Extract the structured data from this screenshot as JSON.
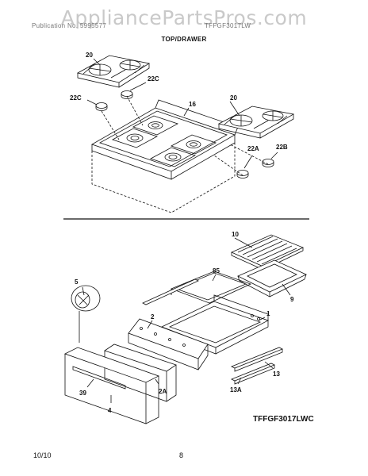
{
  "watermark": "AppliancePartsPros.com",
  "header": {
    "publication": "Publication No. 5995577",
    "model_series": "TFFGF3017LW",
    "title": "TOP/DRAWER"
  },
  "callouts": {
    "top_grates_left": "20",
    "top_grates_right": "20",
    "cap_left_outer": "22C",
    "cap_left_inner": "22C",
    "cap_right_front": "22A",
    "cap_right_rear": "22B",
    "cooktop": "16",
    "broil_pan_insert": "10",
    "broil_pan": "9",
    "drawer_frame": "85",
    "drawer_body": "1",
    "knob": "5",
    "drawer_side": "2",
    "drawer_side_right": "2A",
    "drawer_front": "39",
    "drawer_panel": "4",
    "slide_rail": "13",
    "slide_rail_a": "13A"
  },
  "model_code": "TFFGF3017LWC",
  "footer": {
    "date": "10/10",
    "page_number": "8"
  }
}
